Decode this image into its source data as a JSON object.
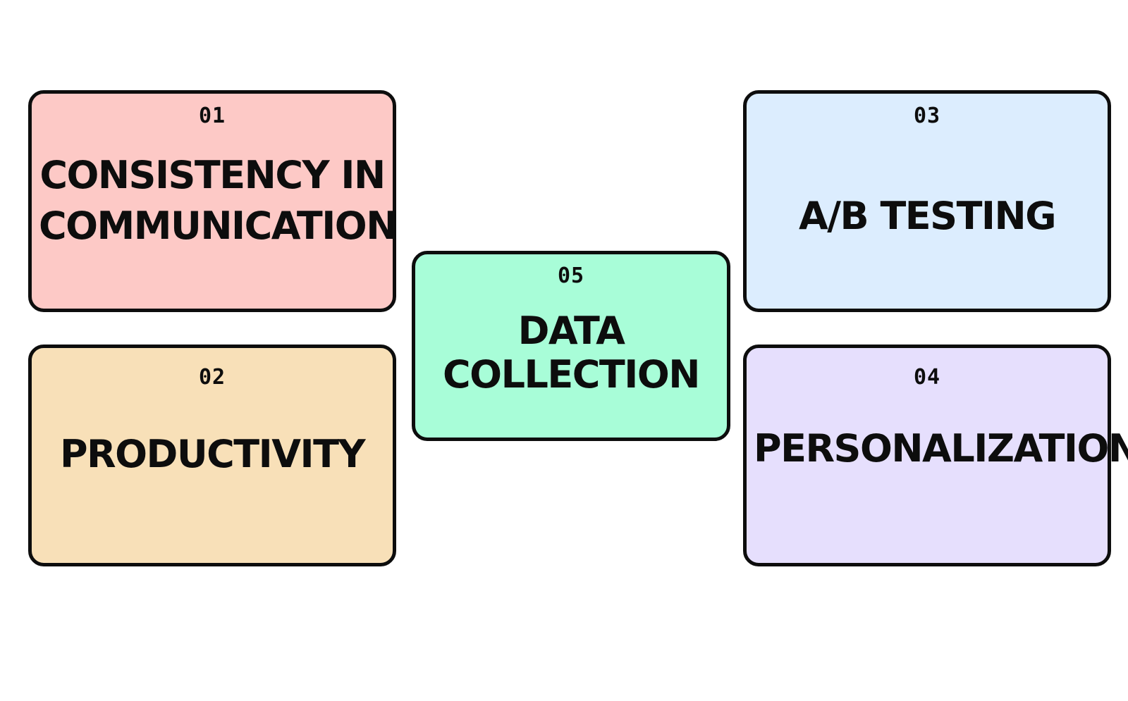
{
  "cards": [
    {
      "number": "01",
      "title": "CONSISTENCY IN\nCOMMUNICATION",
      "color": "#fdc9c6"
    },
    {
      "number": "02",
      "title": "PRODUCTIVITY",
      "color": "#f8e0b8"
    },
    {
      "number": "03",
      "title": "A/B TESTING",
      "color": "#dcedfe"
    },
    {
      "number": "04",
      "title": "PERSONALIZATION",
      "color": "#e6dffd"
    },
    {
      "number": "05",
      "title": "DATA\nCOLLECTION",
      "color": "#a8fdd8"
    }
  ],
  "border_color": "#0d0d0d"
}
